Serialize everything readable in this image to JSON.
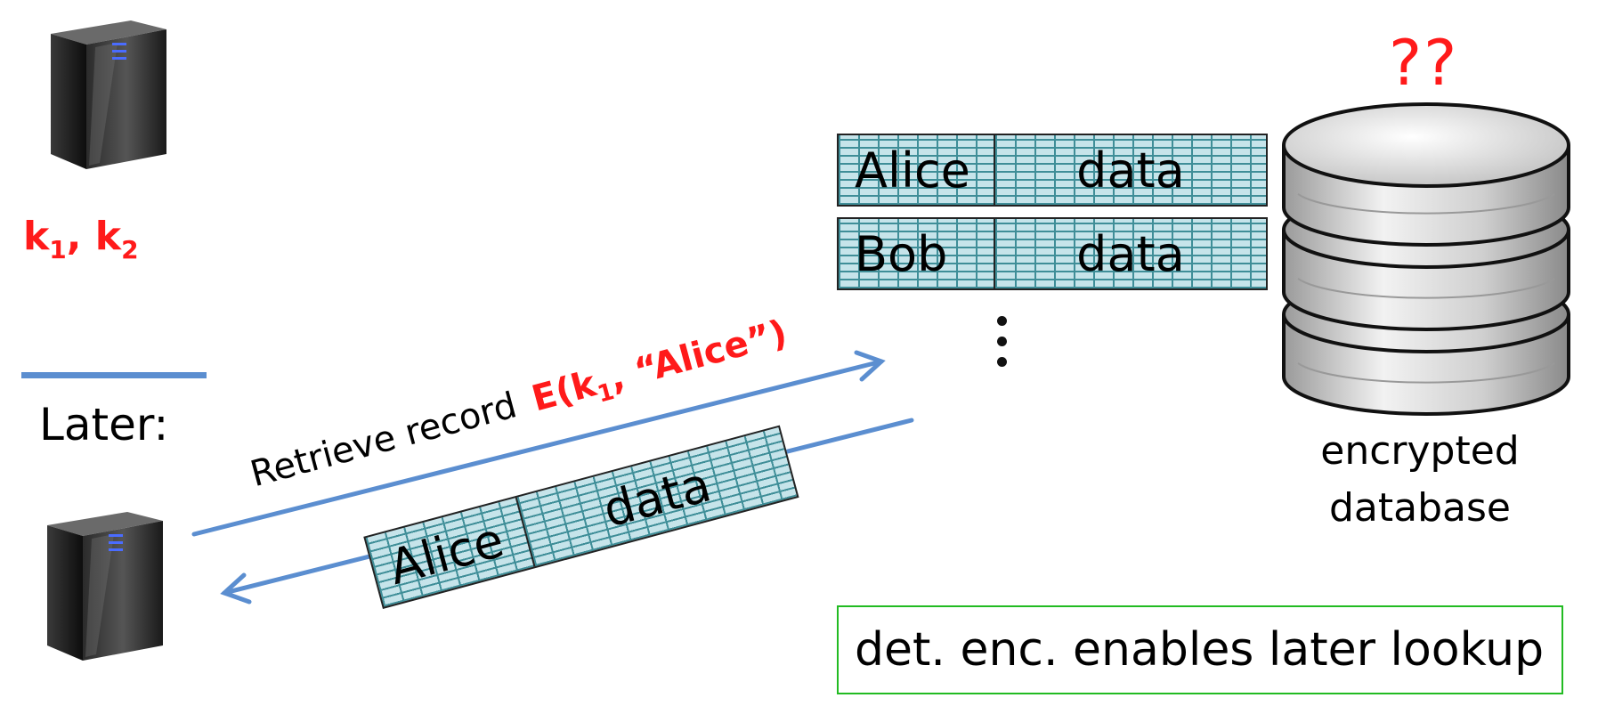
{
  "keys": {
    "k": "k",
    "sub1": "1",
    "sep": ", ",
    "sub2": "2"
  },
  "later_label": "Later:",
  "records": [
    {
      "name": "Alice",
      "value": "data"
    },
    {
      "name": "Bob",
      "value": "data"
    }
  ],
  "question_marks": "??",
  "database_label": {
    "line1": "encrypted",
    "line2": "database"
  },
  "request": {
    "text": "Retrieve record",
    "enc_prefix": "E(k",
    "enc_sub": "1",
    "enc_suffix": ", “Alice”)"
  },
  "response_record": {
    "name": "Alice",
    "value": "data"
  },
  "note": "det. enc. enables later lookup",
  "colors": {
    "key_red": "#ff1a1a",
    "arrow_blue": "#5b8ed0",
    "note_border": "#22bb22",
    "brick_teal": "#3f8e98"
  }
}
